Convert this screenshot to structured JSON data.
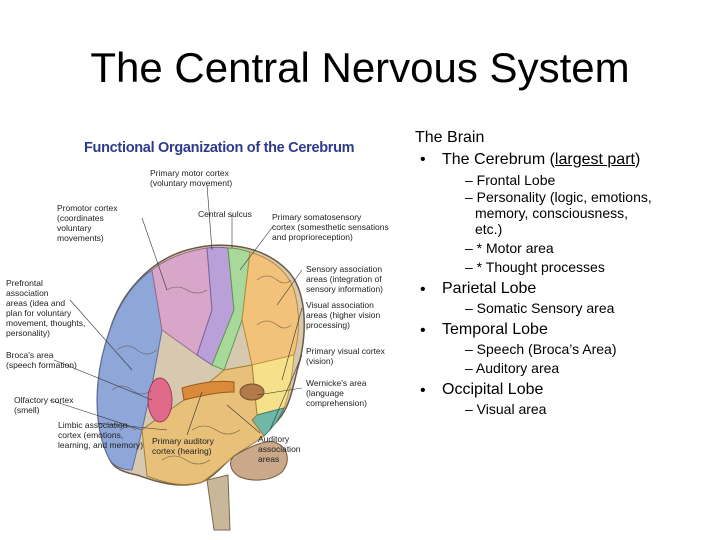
{
  "slide": {
    "title": "The Central Nervous System"
  },
  "figure": {
    "title": "Functional Organization of the Cerebrum",
    "labels": {
      "motor": "Primary motor cortex\n(voluntary movement)",
      "promotor": "Promotor cortex\n(coordinates\nvoluntary\nmovements)",
      "sulcus": "Central sulcus",
      "somato": "Primary somatosensory\ncortex (somesthetic sensations\nand proprioreception)",
      "prefrontal": "Prefrontal\nassociation\nareas (idea and\nplan for voluntary\nmovement, thoughts,\npersonality)",
      "sensoryassoc": "Sensory association\nareas (integration of\nsensory information)",
      "visualassoc": "Visual association\nareas (higher vision\nprocessing)",
      "broca": "Broca's area\n(speech formation)",
      "visual": "Primary visual cortex\n(vision)",
      "olfactory": "Olfactory cortex\n(smell)",
      "wernicke": "Wernicke's area\n(language\ncomprehension)",
      "limbic": "Limbic association\ncortex (emotions,\nlearning, and memory)",
      "auditory": "Primary auditory\ncortex (hearing)",
      "auditoryassoc": "Auditory\nassociation\nareas"
    }
  },
  "bullets": {
    "heading": "The Brain",
    "cerebrum_prefix": "The Cerebrum (",
    "cerebrum_underlined": "largest part",
    "cerebrum_suffix": ")",
    "frontal": "– Frontal Lobe",
    "personality_1": "– Personality (logic, emotions,",
    "personality_2": "memory, consciousness,",
    "personality_3": "etc.)",
    "motor_area": "– * Motor area",
    "thought": "– * Thought processes",
    "parietal": "Parietal Lobe",
    "somatic": "– Somatic Sensory area",
    "temporal": "Temporal Lobe",
    "speech": "– Speech (Broca’s Area)",
    "auditory": "– Auditory area",
    "occipital": "Occipital Lobe",
    "visual": "– Visual area",
    "bullet_char": "•"
  }
}
